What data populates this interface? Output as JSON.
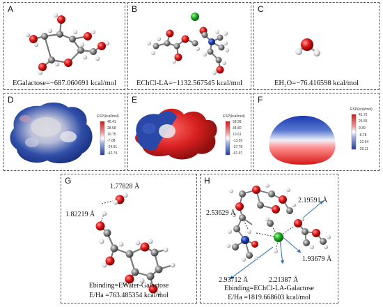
{
  "panels": {
    "A": {
      "label": "A",
      "energy": "EGalactose=−687.060691 kcal/mol"
    },
    "B": {
      "label": "B",
      "energy": "EChCl-LA=−1132.567545 kcal/mol"
    },
    "C": {
      "label": "C",
      "energy": "EH₂O=−76.416598 kcal/mol"
    },
    "D": {
      "label": "D",
      "cb_title": "ESP(kcal/mol)",
      "ticks": [
        "46.41",
        "28.58",
        "10.75",
        "-7.08",
        "-24.91",
        "-42.74"
      ]
    },
    "E": {
      "label": "E",
      "cb_title": "ESP(kcal/mol)",
      "ticks": [
        "58.99",
        "34.80",
        "10.61",
        "-13.59",
        "-37.78",
        "-61.97"
      ]
    },
    "F": {
      "label": "F",
      "cb_title": "ESP(kcal/mol)",
      "ticks": [
        "41.72",
        "25.55",
        "9.39",
        "-6.78",
        "-22.94",
        "-39.11"
      ]
    },
    "G": {
      "label": "G",
      "distances": [
        "1.77828 Å",
        "1.82219 Å"
      ],
      "caption1": "Ebinding=EWater-Galactose",
      "caption2": "E/Ha =763.485354  kcal/mol"
    },
    "H": {
      "label": "H",
      "distances": [
        "2.19591 Å",
        "2.53629 Å",
        "1.93679 Å",
        "2.93712 Å",
        "2.21387 Å"
      ],
      "caption1": "Ebinding=EChCl-LA-Galactose",
      "caption2": "E/Ha =1819.668603 kcal/mol"
    }
  },
  "colors": {
    "oxygen": "#e01818",
    "carbon": "#8a8a8a",
    "hydrogen": "#e6e6e6",
    "nitrogen": "#2040b0",
    "chlorine": "#20b020",
    "esp_positive": "#d42020",
    "esp_negative": "#2040a0",
    "arrow": "#3a78b8"
  }
}
